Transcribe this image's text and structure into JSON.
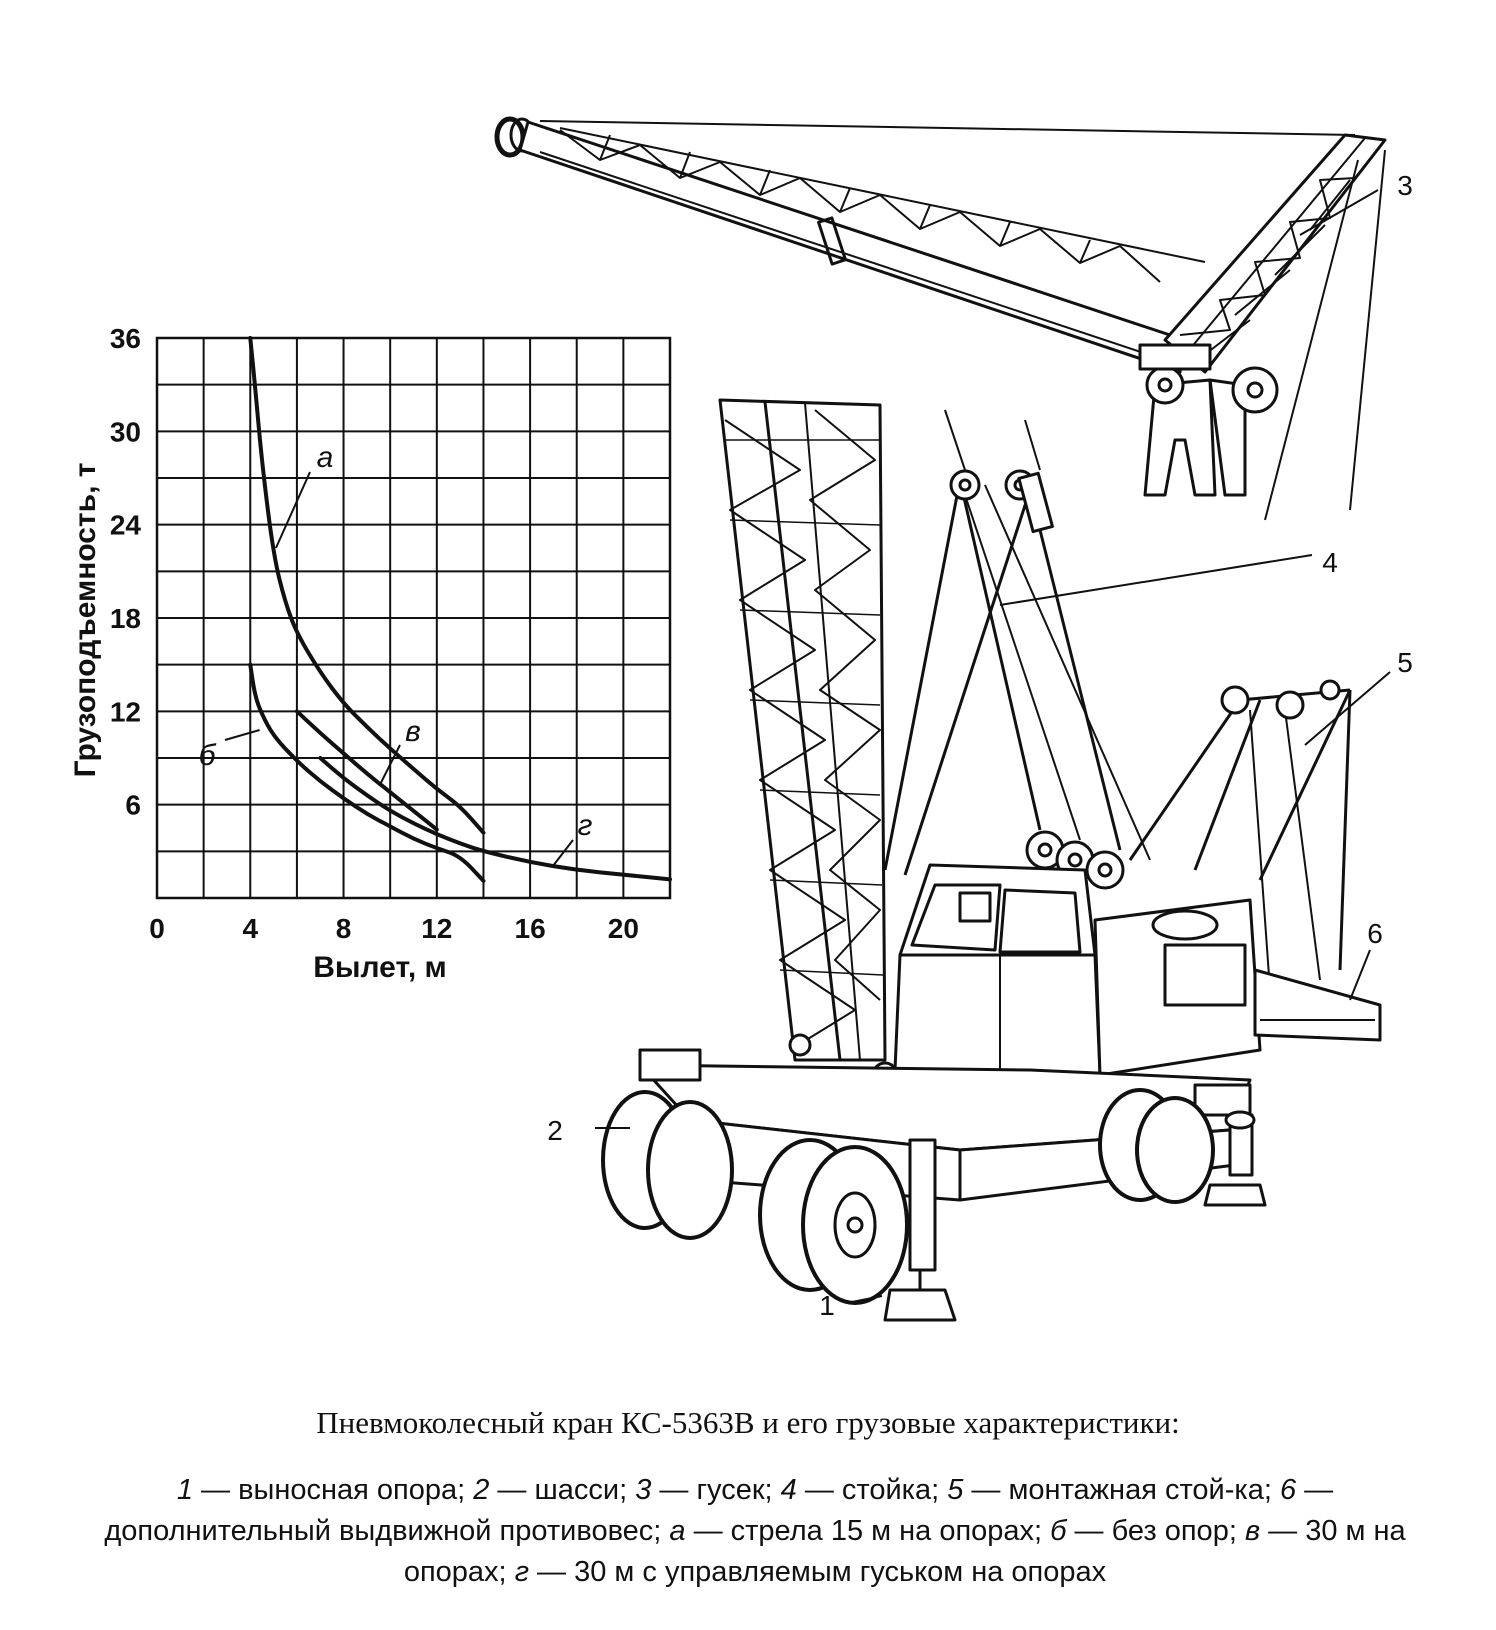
{
  "figure": {
    "title": "Пневмоколесный кран КС-5363В и его грузовые характеристики:",
    "legend_items": [
      {
        "num": "1",
        "text": " — выносная опора; "
      },
      {
        "num": "2",
        "text": " — шасси; "
      },
      {
        "num": "3",
        "text": " — гусек; "
      },
      {
        "num": "4",
        "text": " — стойка; "
      },
      {
        "num": "5",
        "text": " — монтажная стой-ка; "
      },
      {
        "num": "6",
        "text": " — дополнительный выдвижной противовес; "
      },
      {
        "num": "а",
        "text": " — стрела 15 м на опорах; "
      },
      {
        "num": "б",
        "text": " — без опор; "
      },
      {
        "num": "в",
        "text": " — 30 м на опорах; "
      },
      {
        "num": "г",
        "text": " — 30 м с управляемым гуськом на опорах"
      }
    ]
  },
  "callouts": [
    "1",
    "2",
    "3",
    "4",
    "5",
    "6"
  ],
  "colors": {
    "ink": "#111111",
    "paper": "#ffffff"
  },
  "chart_data": {
    "type": "line",
    "xlabel": "Вылет, м",
    "ylabel": "Грузоподъемность, т",
    "xlim": [
      0,
      22
    ],
    "ylim": [
      0,
      36
    ],
    "xticks": [
      0,
      4,
      8,
      12,
      16,
      20
    ],
    "yticks": [
      6,
      12,
      18,
      24,
      30,
      36
    ],
    "grid": true,
    "series": [
      {
        "name": "а",
        "x": [
          4,
          4.2,
          4.5,
          5,
          5.5,
          6,
          7,
          8,
          9,
          10,
          11,
          12,
          13,
          14
        ],
        "y": [
          36,
          33,
          28,
          22,
          19,
          17,
          14.5,
          12.5,
          11,
          9.6,
          8.3,
          7,
          5.9,
          4.2
        ]
      },
      {
        "name": "б",
        "x": [
          4,
          4.2,
          4.5,
          5,
          6,
          7,
          8,
          9,
          10,
          11,
          12,
          13,
          14
        ],
        "y": [
          15,
          13,
          11.8,
          10.4,
          8.8,
          7.5,
          6.4,
          5.4,
          4.6,
          3.8,
          3.2,
          2.7,
          1.1
        ]
      },
      {
        "name": "в",
        "x": [
          6,
          7,
          8,
          9,
          10,
          11,
          12
        ],
        "y": [
          12,
          10.6,
          9.3,
          8.0,
          6.8,
          5.6,
          4.4
        ]
      },
      {
        "name": "г",
        "x": [
          7,
          8,
          9,
          10,
          11,
          12,
          13,
          14,
          16,
          18,
          20,
          22
        ],
        "y": [
          9,
          7.7,
          6.6,
          5.6,
          4.8,
          4.1,
          3.5,
          3.0,
          2.3,
          1.8,
          1.5,
          1.2
        ]
      }
    ],
    "series_labels": [
      "а",
      "б",
      "в",
      "г"
    ]
  }
}
